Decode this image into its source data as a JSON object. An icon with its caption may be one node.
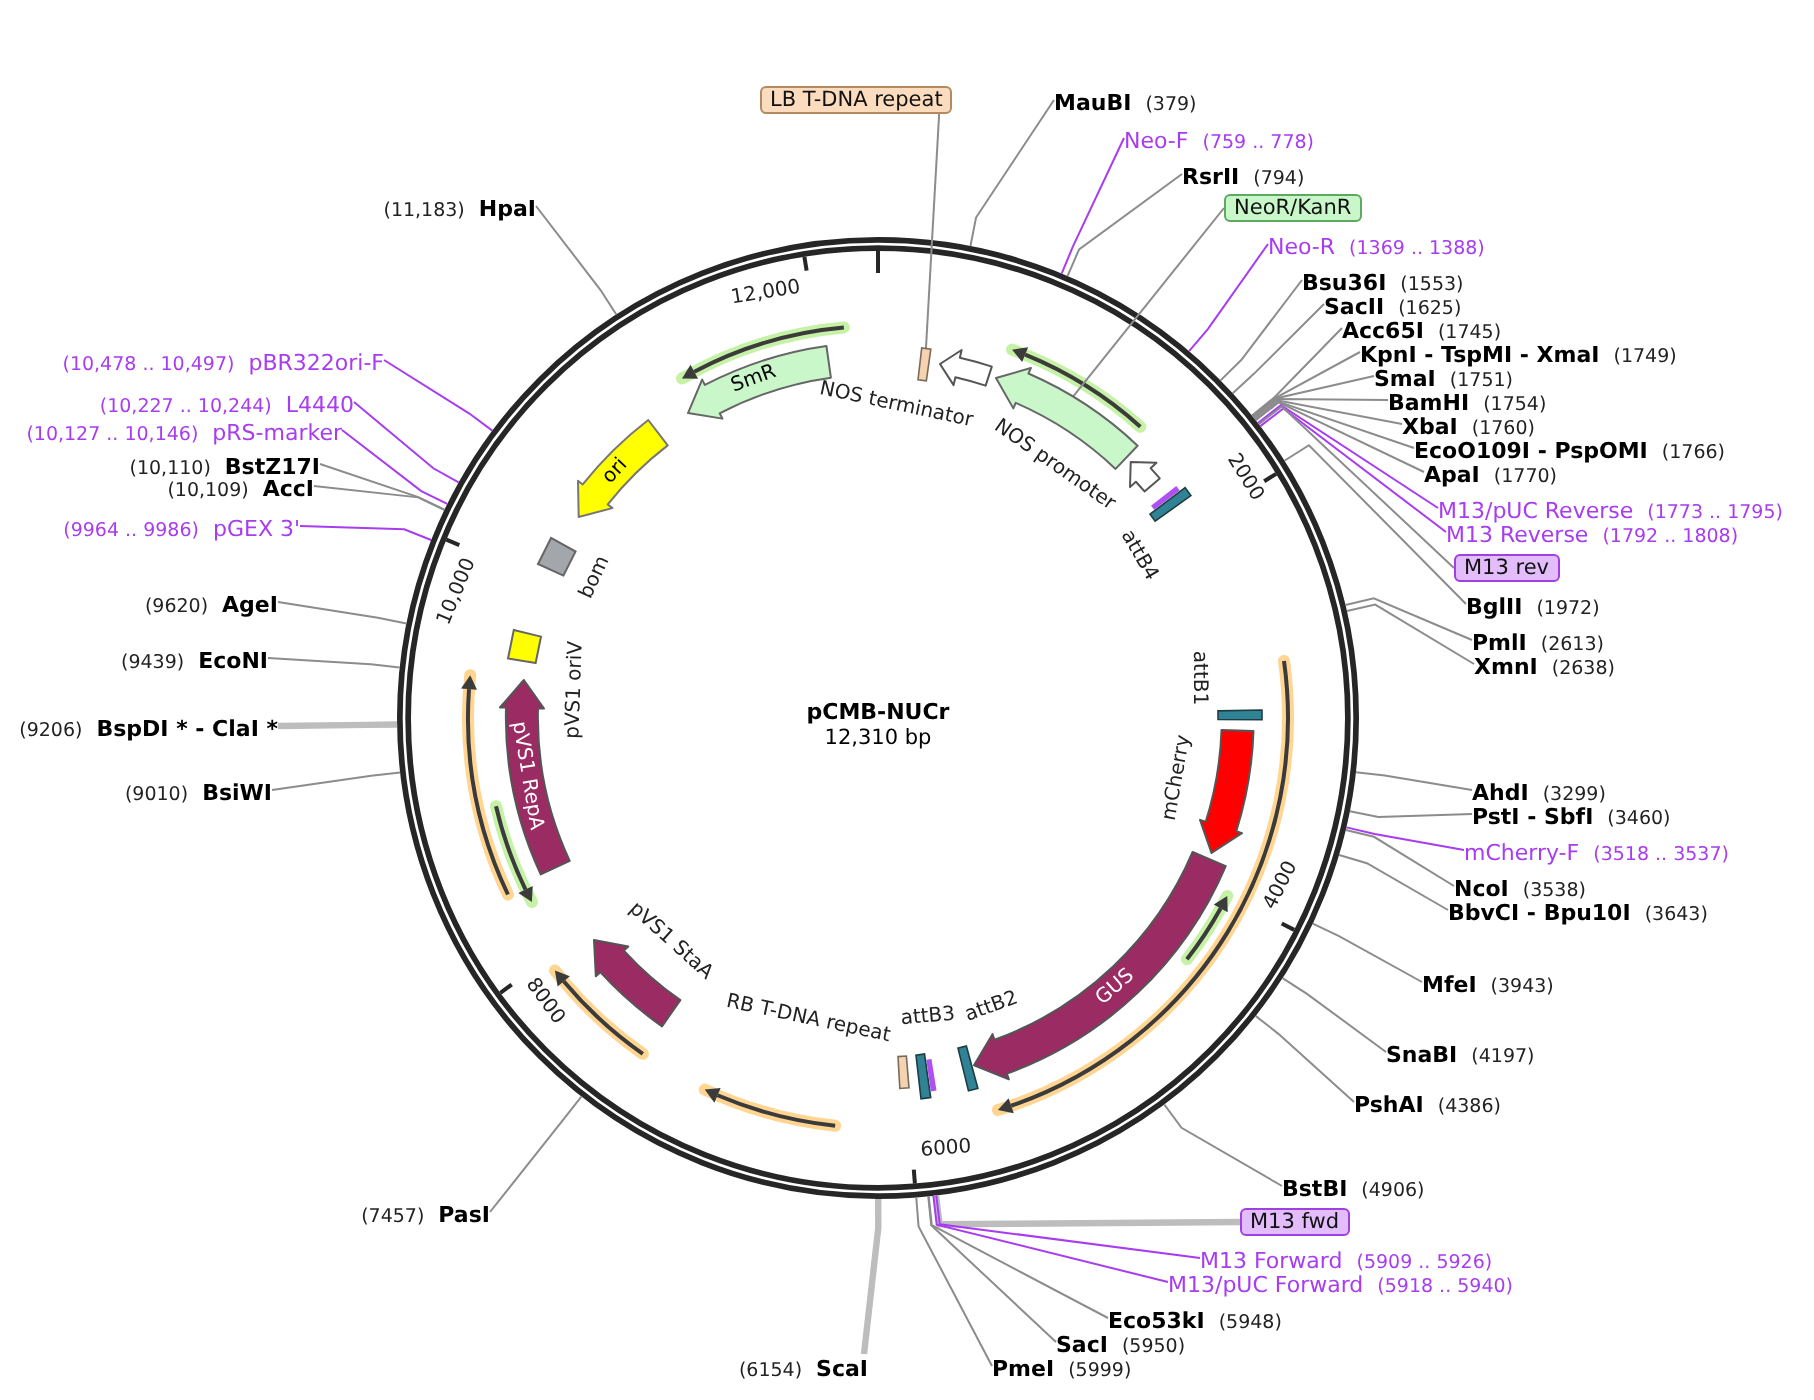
{
  "diagram": {
    "title": "pCMB-NUCr",
    "nodes": [
      {
        "text": [
          "LB T-DNA repeat"
        ]
      },
      {
        "text": [
          "MauBI",
          "(379)"
        ]
      },
      {
        "text": [
          "Neo-F",
          "(759 .. 778)"
        ]
      },
      {
        "text": [
          "RsrII",
          "(794)"
        ]
      },
      {
        "text": [
          "NeoR/KanR"
        ]
      },
      {
        "text": [
          "Neo-R",
          "(1369 .. 1388)"
        ]
      },
      {
        "text": [
          "Bsu36I",
          "(1553)"
        ]
      },
      {
        "text": [
          "SacII",
          "(1625)"
        ]
      },
      {
        "text": [
          "Acc65I",
          "(1745)"
        ]
      },
      {
        "text": [
          "KpnI - TspMI - XmaI",
          "(1749)"
        ]
      },
      {
        "text": [
          "SmaI",
          "(1751)"
        ]
      },
      {
        "text": [
          "BamHI",
          "(1754)"
        ]
      },
      {
        "text": [
          "XbaI",
          "(1760)"
        ]
      },
      {
        "text": [
          "EcoO109I - PspOMI",
          "(1766)"
        ]
      },
      {
        "text": [
          "ApaI",
          "(1770)"
        ]
      },
      {
        "text": [
          "M13/pUC Reverse",
          "(1773 .. 1795)"
        ]
      },
      {
        "text": [
          "M13 Reverse",
          "(1792 .. 1808)"
        ]
      },
      {
        "text": [
          "M13 rev"
        ]
      },
      {
        "text": [
          "BglII",
          "(1972)"
        ]
      },
      {
        "text": [
          "PmlI",
          "(2613)"
        ]
      },
      {
        "text": [
          "XmnI",
          "(2638)"
        ]
      },
      {
        "text": [
          "AhdI",
          "(3299)"
        ]
      },
      {
        "text": [
          "PstI - SbfI",
          "(3460)"
        ]
      },
      {
        "text": [
          "mCherry-F",
          "(3518 .. 3537)"
        ]
      },
      {
        "text": [
          "NcoI",
          "(3538)"
        ]
      },
      {
        "text": [
          "BbvCI - Bpu10I",
          "(3643)"
        ]
      },
      {
        "text": [
          "MfeI",
          "(3943)"
        ]
      },
      {
        "text": [
          "SnaBI",
          "(4197)"
        ]
      },
      {
        "text": [
          "PshAI",
          "(4386)"
        ]
      },
      {
        "text": [
          "BstBI",
          "(4906)"
        ]
      },
      {
        "text": [
          "M13 fwd"
        ]
      },
      {
        "text": [
          "M13 Forward",
          "(5909 .. 5926)"
        ]
      },
      {
        "text": [
          "M13/pUC Forward",
          "(5918 .. 5940)"
        ]
      },
      {
        "text": [
          "Eco53kI",
          "(5948)"
        ]
      },
      {
        "text": [
          "SacI",
          "(5950)"
        ]
      },
      {
        "text": [
          "PmeI",
          "(5999)"
        ]
      },
      {
        "text": [
          "(6154)",
          "ScaI"
        ]
      },
      {
        "text": [
          "(7457)",
          "PasI"
        ]
      },
      {
        "text": [
          "(9010)",
          "BsiWI"
        ]
      },
      {
        "text": [
          "(9206)",
          "BspDI * - ClaI *"
        ]
      },
      {
        "text": [
          "(9439)",
          "EcoNI"
        ]
      },
      {
        "text": [
          "(9620)",
          "AgeI"
        ]
      },
      {
        "text": [
          "(9964 .. 9986)",
          "pGEX 3'"
        ]
      },
      {
        "text": [
          "(10,109)",
          "AccI"
        ]
      },
      {
        "text": [
          "(10,110)",
          "BstZ17I"
        ]
      },
      {
        "text": [
          "(10,127 .. 10,146)",
          "pRS-marker"
        ]
      },
      {
        "text": [
          "(10,227 .. 10,244)",
          "L4440"
        ]
      },
      {
        "text": [
          "(10,478 .. 10,497)",
          "pBR322ori-F"
        ]
      },
      {
        "text": [
          "(11,183)",
          "HpaI"
        ]
      },
      {
        "text": [],
        "shape": "bar"
      },
      {
        "text": [
          "NOS terminator"
        ]
      },
      {
        "text": [],
        "shape": "arrow"
      },
      {
        "text": [
          "NOS promoter"
        ]
      },
      {
        "text": [
          "attB4"
        ]
      },
      {
        "text": [
          "attB1"
        ]
      },
      {
        "text": [
          "mCherry"
        ]
      },
      {
        "text": [
          "GUS"
        ]
      },
      {
        "text": [
          "attB2"
        ]
      },
      {
        "text": [
          "attB3"
        ]
      },
      {
        "text": [
          "RB T-DNA repeat"
        ]
      },
      {
        "text": [
          "pVS1 StaA"
        ]
      },
      {
        "text": [
          "pVS1 RepA"
        ]
      },
      {
        "text": [
          "pVS1 oriV"
        ]
      },
      {
        "text": [
          "bom"
        ]
      },
      {
        "text": [
          "ori"
        ]
      },
      {
        "text": [
          "SmR"
        ]
      }
    ],
    "edges": [
      {
        "from": 0,
        "to": 49,
        "arrow": "none"
      },
      {
        "from": 1,
        "to": null,
        "arrow": "none"
      },
      {
        "from": 2,
        "to": null,
        "arrow": "none",
        "color": "#a83cf0"
      },
      {
        "from": 3,
        "to": null,
        "arrow": "none"
      },
      {
        "from": 4,
        "to": 51,
        "arrow": "none"
      },
      {
        "from": 5,
        "to": null,
        "arrow": "none",
        "color": "#a83cf0"
      },
      {
        "from": 6,
        "to": null,
        "arrow": "none"
      },
      {
        "from": 7,
        "to": null,
        "arrow": "none"
      },
      {
        "from": 8,
        "to": null,
        "arrow": "none"
      },
      {
        "from": 9,
        "to": null,
        "arrow": "none"
      },
      {
        "from": 10,
        "to": null,
        "arrow": "none"
      },
      {
        "from": 11,
        "to": null,
        "arrow": "none"
      },
      {
        "from": 12,
        "to": null,
        "arrow": "none"
      },
      {
        "from": 13,
        "to": null,
        "arrow": "none"
      },
      {
        "from": 14,
        "to": null,
        "arrow": "none"
      },
      {
        "from": 15,
        "to": null,
        "arrow": "none",
        "color": "#a83cf0"
      },
      {
        "from": 16,
        "to": null,
        "arrow": "none",
        "color": "#a83cf0"
      },
      {
        "from": 17,
        "to": null,
        "arrow": "none"
      },
      {
        "from": 18,
        "to": null,
        "arrow": "none"
      },
      {
        "from": 19,
        "to": null,
        "arrow": "none"
      },
      {
        "from": 20,
        "to": null,
        "arrow": "none"
      },
      {
        "from": 21,
        "to": null,
        "arrow": "none"
      },
      {
        "from": 22,
        "to": null,
        "arrow": "none"
      },
      {
        "from": 23,
        "to": null,
        "arrow": "none",
        "color": "#a83cf0"
      },
      {
        "from": 24,
        "to": null,
        "arrow": "none"
      },
      {
        "from": 25,
        "to": null,
        "arrow": "none"
      },
      {
        "from": 26,
        "to": null,
        "arrow": "none"
      },
      {
        "from": 27,
        "to": null,
        "arrow": "none"
      },
      {
        "from": 28,
        "to": null,
        "arrow": "none"
      },
      {
        "from": 29,
        "to": null,
        "arrow": "none"
      },
      {
        "from": 30,
        "to": null,
        "arrow": "none",
        "style": "thick",
        "color": "#bdbdbd"
      },
      {
        "from": 31,
        "to": null,
        "arrow": "none",
        "color": "#a83cf0"
      },
      {
        "from": 32,
        "to": null,
        "arrow": "none",
        "color": "#a83cf0"
      },
      {
        "from": 33,
        "to": null,
        "arrow": "none"
      },
      {
        "from": 34,
        "to": null,
        "arrow": "none"
      },
      {
        "from": 35,
        "to": null,
        "arrow": "none"
      },
      {
        "from": 36,
        "to": null,
        "arrow": "none",
        "style": "thick",
        "color": "#bdbdbd"
      },
      {
        "from": 37,
        "to": null,
        "arrow": "none"
      },
      {
        "from": 38,
        "to": null,
        "arrow": "none"
      },
      {
        "from": 39,
        "to": null,
        "arrow": "none",
        "style": "thick",
        "color": "#bdbdbd"
      },
      {
        "from": 40,
        "to": null,
        "arrow": "none"
      },
      {
        "from": 41,
        "to": null,
        "arrow": "none"
      },
      {
        "from": 42,
        "to": null,
        "arrow": "none",
        "color": "#a83cf0"
      },
      {
        "from": 43,
        "to": null,
        "arrow": "none"
      },
      {
        "from": 44,
        "to": null,
        "arrow": "none"
      },
      {
        "from": 45,
        "to": null,
        "arrow": "none",
        "color": "#a83cf0"
      },
      {
        "from": 46,
        "to": null,
        "arrow": "none",
        "color": "#a83cf0"
      },
      {
        "from": 47,
        "to": null,
        "arrow": "none",
        "color": "#a83cf0"
      },
      {
        "from": 48,
        "to": null,
        "arrow": "none"
      }
    ],
    "labels": [
      "12,000",
      "2000",
      "10,000",
      "12,310 bp",
      "4000",
      "8000",
      "6000"
    ]
  }
}
